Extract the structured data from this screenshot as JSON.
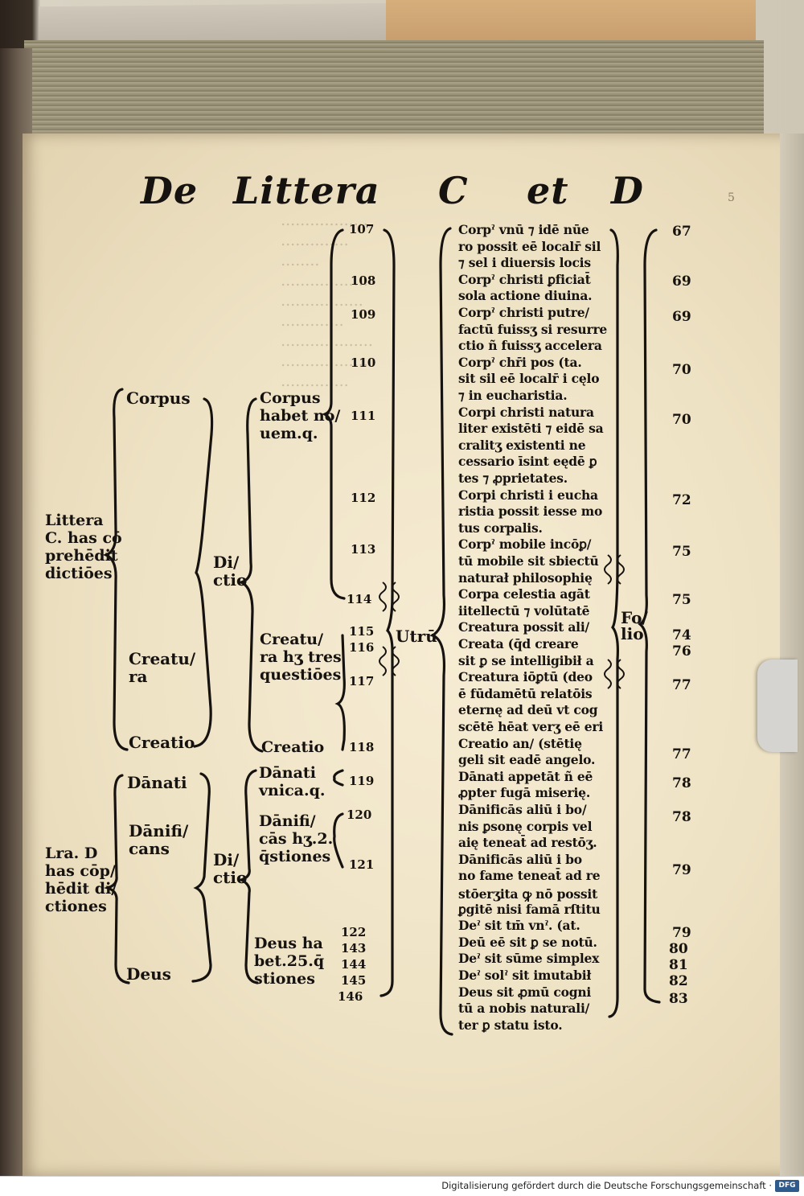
{
  "header": {
    "w1": "De",
    "w2": "Littera",
    "w3": "C",
    "w4": "et",
    "w5": "D",
    "pencil": "5"
  },
  "left": {
    "group_c": "Littera",
    "group_c2": "C. has cō",
    "group_c3": "prehēdit",
    "group_c4": "dictiōes",
    "group_d": "Lra. D",
    "group_d2": "has cōp/",
    "group_d3": "hēdit di/",
    "group_d4": "ctiones",
    "w_corpus": "Corpus",
    "w_creatura1": "Creatu/",
    "w_creatura2": "ra",
    "w_creatio": "Creatio",
    "w_danati": "Dānati",
    "w_danif1": "Dānifi/",
    "w_danif2": "cans",
    "w_deus": "Deus",
    "dictio1a": "Di/",
    "dictio1b": "ctio",
    "dictio2a": "Di/",
    "dictio2b": "ctio"
  },
  "mid": {
    "corpus_q1": "Corpus",
    "corpus_q2": "habet no/",
    "corpus_q3": "uem.q.",
    "creatura_q1": "Creatu/",
    "creatura_q2": "ra hʒ tres",
    "creatura_q3": "questiōes",
    "creatio_q": "Creatio",
    "danati_q1": "Dānati",
    "danati_q2": "vnica.q.",
    "danif_q1": "Dānifi/",
    "danif_q2": "cās hʒ.2.",
    "danif_q3": "q̄stiones",
    "deus_q1": "Deus ha",
    "deus_q2": "bet.25.q̄",
    "deus_q3": "stiones",
    "utrum": "Utrū",
    "folio1": "Fo/",
    "folio2": "lio"
  },
  "numbers": [
    "107",
    "108",
    "109",
    "110",
    "111",
    "112",
    "113",
    "114",
    "115",
    "116",
    "117",
    "118",
    "119",
    "120",
    "121",
    "122",
    "143",
    "144",
    "145",
    "146"
  ],
  "text_lines": [
    "Corpˀ vnū ⁊ idē nūe",
    "ro possit eē localr̄ sil",
    "⁊ sel i diuersis locis",
    "Corpˀ christi ꝑficiat̄",
    "sola actione diuina.",
    "Corpˀ christi putre/",
    "factū fuissʒ si resurre",
    "ctio ñ fuissʒ accelera",
    "Corpˀ chr̄i pos (ta.",
    "sit sil eē localr̄ i cęlo",
    "⁊ in eucharistia.",
    "Corpi christi natura",
    "liter existēti ⁊ eidē sa",
    "cralitʒ existenti ne",
    "cessario īsint eędē ꝑ",
    "tes ⁊ ꝓprietates.",
    "Corpi christi i eucha",
    "ristia possit iesse mo",
    "tus corpalis.",
    "Corpˀ mobile incōꝑ/",
    "tū mobile sit sbiectū",
    "naturał philosophię",
    "Corpa celestia agāt",
    "iitellectū ⁊ volūtatē",
    "Creatura possit ali/",
    "Creata (q̄d creare",
    "sit ꝑ se intelligibił a",
    "Creatura iōꝑtū (deo",
    "ē fūdamētū relatōis",
    "eternę ad deū vt cog",
    "scētē hēat verʒ eē eri",
    "Creatio an/ (stētię",
    "geli sit eadē angelo.",
    "Dānati appetāt ñ eē",
    "ꝓpter fugā miserię.",
    "Dānificās aliū i bo/",
    "nis ꝑsonę corpis vel",
    "aię teneat̄ ad restōʒ.",
    "Dānificās aliū i bo",
    "no fame teneat̄ ad re",
    "stōerʒita ꝙ nō possit",
    "ꝑgitē nisi famā rſtitu",
    "Deˀ sit tm̄ vnˀ. (at.",
    "Deū eē sit ꝑ se notū.",
    "Deˀ sit sūme simplex",
    "Deˀ solˀ sit imutabił",
    "Deus sit ꝓmū cogni",
    "tū a nobis naturali/",
    "ter ꝑ statu isto."
  ],
  "folio_numbers": [
    "67",
    "69",
    "69",
    "70",
    "70",
    "72",
    "75",
    "75",
    "74",
    "76",
    "77",
    "77",
    "78",
    "78",
    "79",
    "79",
    "80",
    "81",
    "82",
    "83"
  ],
  "footer": {
    "text": "Digitalisierung gefördert durch die Deutsche Forschungsgemeinschaft ·",
    "logo": "DFG"
  }
}
